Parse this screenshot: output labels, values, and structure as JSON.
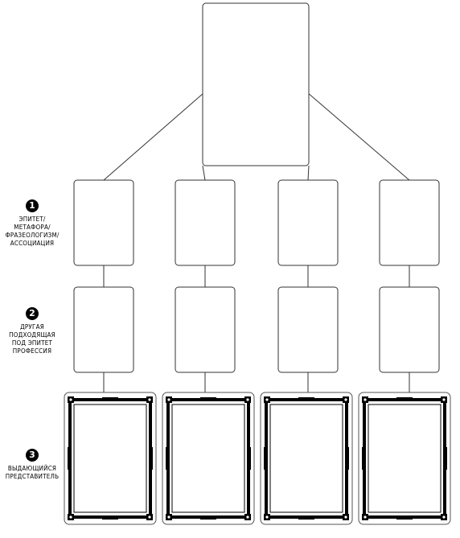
{
  "rows": [
    {
      "number": "1",
      "label": "ЭПИТЕТ/\nМЕТАФОРА/\nФРАЗЕОЛОГИЗМ/\nАССОЦИАЦИЯ"
    },
    {
      "number": "2",
      "label": "ДРУГАЯ\nПОДХОДЯЩАЯ\nПОД ЭПИТЕТ\nПРОФЕССИЯ"
    },
    {
      "number": "3",
      "label": "ВЫДАЮЩИЙСЯ\nПРЕДСТАВИТЕЛЬ"
    }
  ],
  "columns": 4
}
